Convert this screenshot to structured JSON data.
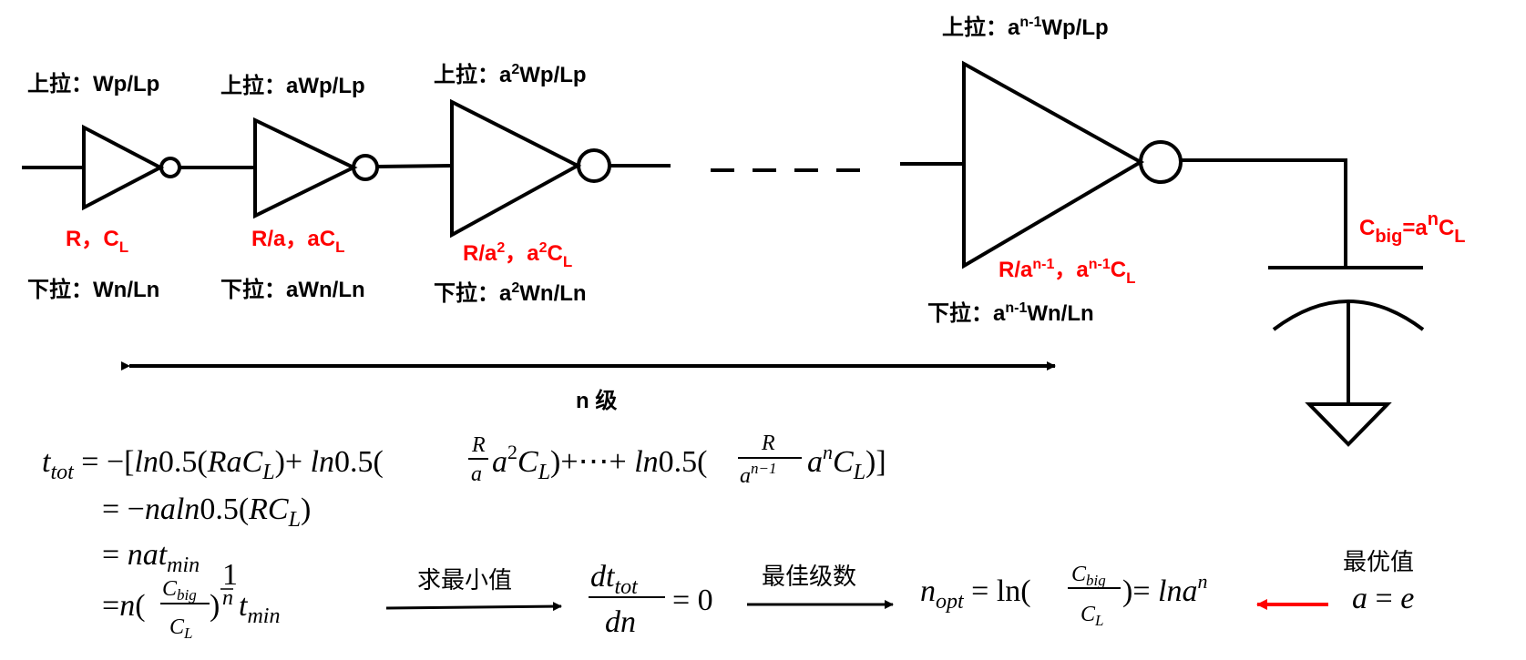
{
  "stages": [
    {
      "pullup_prefix": "上拉：",
      "pullup_a": "",
      "pullup_exp": "",
      "pullup_rest": "Wp/Lp",
      "pulldown_prefix": "下拉：",
      "pulldown_a": "",
      "pulldown_exp": "",
      "pulldown_rest": "Wn/Ln",
      "res_base": "R",
      "res_exp": "",
      "sep": "，",
      "cap_a": "",
      "cap_exp": "",
      "cap_base": "C",
      "cap_sub": "L"
    },
    {
      "pullup_prefix": "上拉：",
      "pullup_a": "a",
      "pullup_exp": "",
      "pullup_rest": "Wp/Lp",
      "pulldown_prefix": "下拉：",
      "pulldown_a": "a",
      "pulldown_exp": "",
      "pulldown_rest": "Wn/Ln",
      "res_base": "R/a",
      "res_exp": "",
      "sep": "，",
      "cap_a": "a",
      "cap_exp": "",
      "cap_base": "C",
      "cap_sub": "L"
    },
    {
      "pullup_prefix": "上拉：",
      "pullup_a": "a",
      "pullup_exp": "2",
      "pullup_rest": "Wp/Lp",
      "pulldown_prefix": "下拉：",
      "pulldown_a": "a",
      "pulldown_exp": "2",
      "pulldown_rest": "Wn/Ln",
      "res_base": "R/a",
      "res_exp": "2",
      "sep": "，",
      "cap_a": "a",
      "cap_exp": "2",
      "cap_base": "C",
      "cap_sub": "L"
    },
    {
      "pullup_prefix": "上拉：",
      "pullup_a": "a",
      "pullup_exp": "n-1",
      "pullup_rest": "Wp/Lp",
      "pulldown_prefix": "下拉：",
      "pulldown_a": "a",
      "pulldown_exp": "n-1",
      "pulldown_rest": "Wn/Ln",
      "res_base": "R/a",
      "res_exp": "n-1",
      "sep": "，",
      "cap_a": "a",
      "cap_exp": "n-1",
      "cap_base": "C",
      "cap_sub": "L"
    }
  ],
  "load": {
    "c": "C",
    "sub": "big",
    "eq": "=a",
    "exp": "n",
    "c2": "C",
    "sub2": "L"
  },
  "stage_count_label": "n 级",
  "arrow_labels": {
    "min_value": "求最小值",
    "best_stages": "最佳级数",
    "optimal_value": "最优值"
  },
  "colors": {
    "line": "#000000",
    "highlight": "#ff0000",
    "background": "#ffffff"
  }
}
